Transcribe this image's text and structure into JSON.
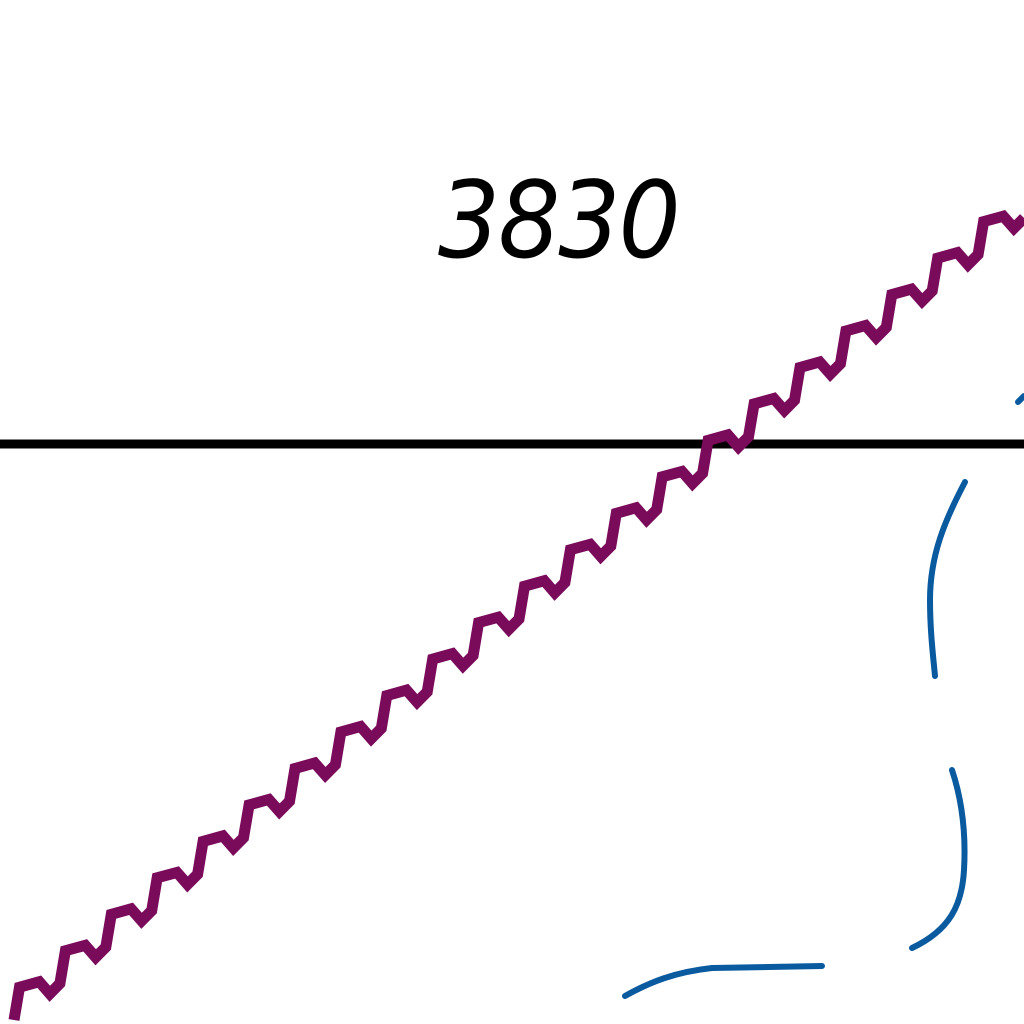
{
  "map": {
    "label": "3830",
    "colors": {
      "background": "#ffffff",
      "black_line": "#000000",
      "boundary_line": "#7a0a5a",
      "water_line": "#0a5aa0"
    },
    "features": [
      {
        "kind": "straight-line",
        "style": "solid-black"
      },
      {
        "kind": "zigzag-line",
        "style": "boundary-purple"
      },
      {
        "kind": "curve-line",
        "style": "water-blue"
      }
    ]
  }
}
